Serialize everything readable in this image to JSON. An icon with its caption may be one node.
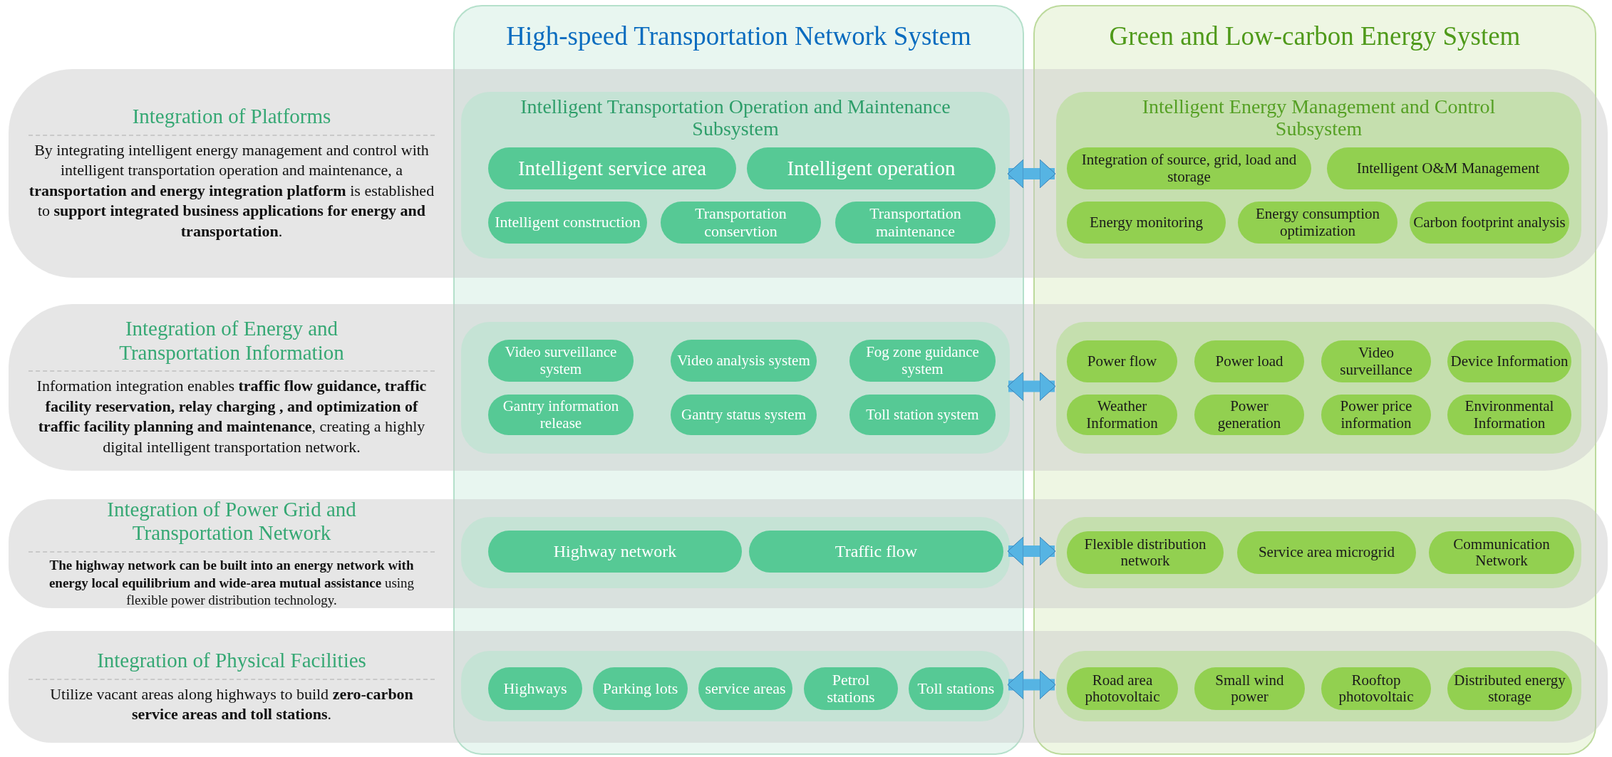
{
  "diagram": {
    "nodes": [
      {
        "text": [
          "High-speed Transportation Network System"
        ]
      },
      {
        "text": [
          "Green and Low-carbon Energy System"
        ]
      },
      {
        "text": [
          "Integration of Platforms",
          "By integrating intelligent energy management and control with intelligent transportation operation and maintenance, a **transportation and energy integration platform** is established to **support integrated business applications for energy and transportation**."
        ]
      },
      {
        "text": [
          "Intelligent Transportation Operation and Maintenance Subsystem"
        ],
        "in": 0
      },
      {
        "text": [
          "Intelligent service area"
        ],
        "in": 3
      },
      {
        "text": [
          "Intelligent operation"
        ],
        "in": 3
      },
      {
        "text": [
          "Intelligent construction"
        ],
        "in": 3
      },
      {
        "text": [
          "Transportation conservtion"
        ],
        "in": 3
      },
      {
        "text": [
          "Transportation maintenance"
        ],
        "in": 3
      },
      {
        "text": [
          "Intelligent Energy Management and Control Subsystem"
        ],
        "in": 1
      },
      {
        "text": [
          "Integration of source, grid, load and storage"
        ],
        "in": 9
      },
      {
        "text": [
          "Intelligent O&M Management"
        ],
        "in": 9
      },
      {
        "text": [
          "Energy monitoring"
        ],
        "in": 9
      },
      {
        "text": [
          "Energy consumption optimization"
        ],
        "in": 9
      },
      {
        "text": [
          "Carbon footprint analysis"
        ],
        "in": 9
      },
      {
        "text": [
          "Integration of Energy and Transportation Information",
          "Information integration enables **traffic flow guidance, traffic facility reservation, relay charging , and optimization of traffic facility planning and maintenance**, creating a highly digital intelligent transportation network."
        ]
      },
      {
        "text": [],
        "shape": "box",
        "in": 0
      },
      {
        "text": [
          "Video surveillance system"
        ],
        "in": 16
      },
      {
        "text": [
          "Video analysis system"
        ],
        "in": 16
      },
      {
        "text": [
          "Fog zone guidance system"
        ],
        "in": 16
      },
      {
        "text": [
          "Gantry information release"
        ],
        "in": 16
      },
      {
        "text": [
          "Gantry status system"
        ],
        "in": 16
      },
      {
        "text": [
          "Toll station system"
        ],
        "in": 16
      },
      {
        "text": [],
        "shape": "box",
        "in": 1
      },
      {
        "text": [
          "Power flow"
        ],
        "in": 23
      },
      {
        "text": [
          "Power load"
        ],
        "in": 23
      },
      {
        "text": [
          "Video surveillance"
        ],
        "in": 23
      },
      {
        "text": [
          "Device Information"
        ],
        "in": 23
      },
      {
        "text": [
          "Weather Information"
        ],
        "in": 23
      },
      {
        "text": [
          "Power generation"
        ],
        "in": 23
      },
      {
        "text": [
          "Power price information"
        ],
        "in": 23
      },
      {
        "text": [
          "Environmental Information"
        ],
        "in": 23
      },
      {
        "text": [
          "Integration of Power Grid and Transportation Network",
          "**The highway network can be built into an energy network with energy local equilibrium and wide-area mutual assistance** using flexible power distribution technology."
        ]
      },
      {
        "text": [],
        "shape": "box",
        "in": 0
      },
      {
        "text": [
          "Highway network"
        ],
        "in": 33
      },
      {
        "text": [
          "Traffic flow"
        ],
        "in": 33
      },
      {
        "text": [],
        "shape": "box",
        "in": 1
      },
      {
        "text": [
          "Flexible distribution network"
        ],
        "in": 36
      },
      {
        "text": [
          "Service area microgrid"
        ],
        "in": 36
      },
      {
        "text": [
          "Communication Network"
        ],
        "in": 36
      },
      {
        "text": [
          "Integration of Physical Facilities",
          "Utilize vacant areas along highways to build **zero-carbon service areas and toll stations**."
        ]
      },
      {
        "text": [],
        "shape": "box",
        "in": 0
      },
      {
        "text": [
          "Highways"
        ],
        "in": 41
      },
      {
        "text": [
          "Parking lots"
        ],
        "in": 41
      },
      {
        "text": [
          "service areas"
        ],
        "in": 41
      },
      {
        "text": [
          "Petrol stations"
        ],
        "in": 41
      },
      {
        "text": [
          "Toll stations"
        ],
        "in": 41
      },
      {
        "text": [],
        "shape": "box",
        "in": 1
      },
      {
        "text": [
          "Road area photovoltaic"
        ],
        "in": 47
      },
      {
        "text": [
          "Small wind power"
        ],
        "in": 47
      },
      {
        "text": [
          "Rooftop photovoltaic"
        ],
        "in": 47
      },
      {
        "text": [
          "Distributed energy storage"
        ],
        "in": 47
      }
    ],
    "edges": [
      {
        "from": 3,
        "to": 9,
        "arrow": "both"
      },
      {
        "from": 16,
        "to": 23,
        "arrow": "both"
      },
      {
        "from": 33,
        "to": 36,
        "arrow": "both"
      },
      {
        "from": 41,
        "to": 47,
        "arrow": "both"
      }
    ]
  }
}
